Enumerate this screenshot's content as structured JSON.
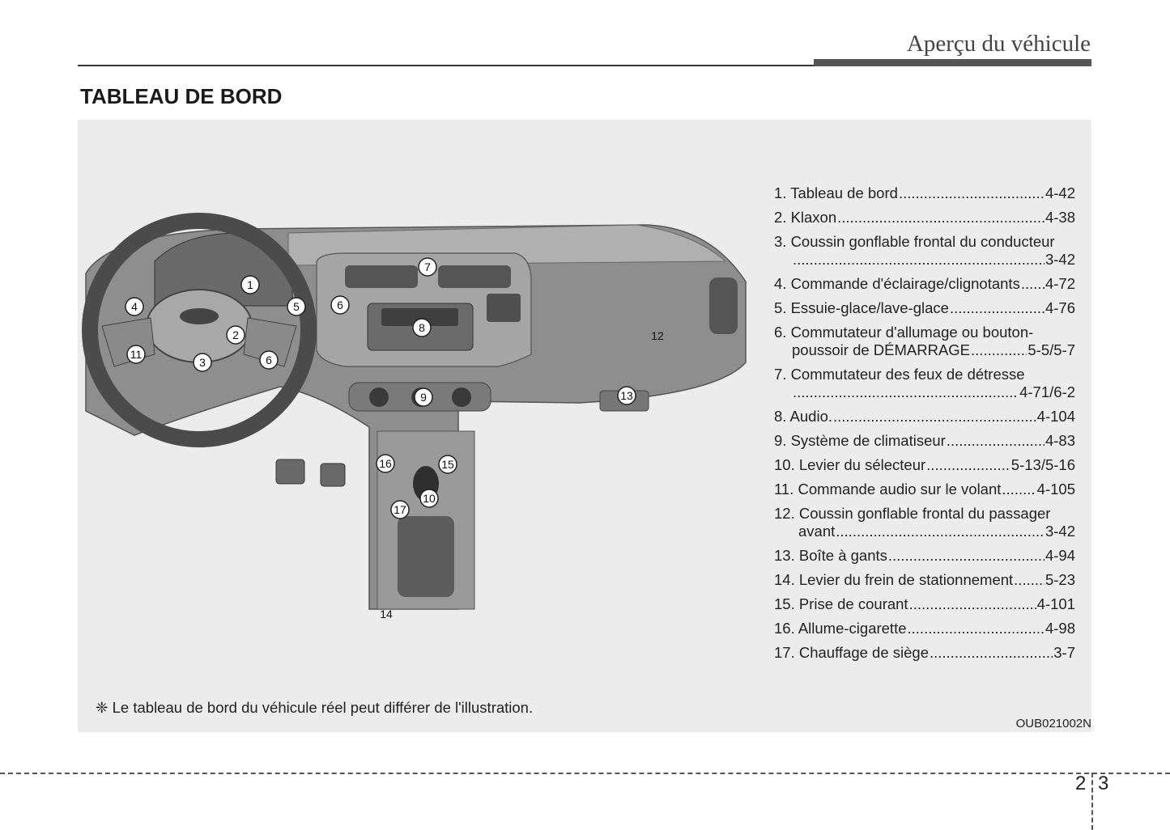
{
  "header": {
    "title": "Aperçu du véhicule"
  },
  "section": {
    "title": "TABLEAU DE BORD"
  },
  "illustration": {
    "callouts": [
      "1",
      "2",
      "3",
      "4",
      "5",
      "6",
      "7",
      "8",
      "9",
      "10",
      "11",
      "12",
      "13",
      "14",
      "15",
      "16",
      "17"
    ],
    "icons": [
      "dashboard-illustration"
    ]
  },
  "toc": {
    "items": [
      {
        "label": "1. Tableau de bord",
        "page": "4-42"
      },
      {
        "label": "2. Klaxon",
        "page": "4-38"
      },
      {
        "label": "3. Coussin gonflable frontal du conducteur",
        "label2": "",
        "page": "3-42"
      },
      {
        "label": "4. Commande d'éclairage/clignotants",
        "page": "4-72"
      },
      {
        "label": "5. Essuie-glace/lave-glace",
        "page": "4-76"
      },
      {
        "label": "6. Commutateur d'allumage ou bouton-",
        "label2": "poussoir de DÉMARRAGE",
        "page": "5-5/5-7"
      },
      {
        "label": "7. Commutateur des feux de détresse",
        "label2": "",
        "page": "4-71/6-2"
      },
      {
        "label": "8. Audio.",
        "page": "4-104"
      },
      {
        "label": "9. Système de climatiseur",
        "page": "4-83"
      },
      {
        "label": "10. Levier du sélecteur",
        "page": "5-13/5-16"
      },
      {
        "label": "11. Commande audio sur le volant",
        "page": "4-105"
      },
      {
        "label": "12. Coussin gonflable frontal du passager",
        "label2": "avant",
        "page": "3-42"
      },
      {
        "label": "13. Boîte à gants",
        "page": "4-94"
      },
      {
        "label": "14. Levier du frein de stationnement",
        "page": "5-23"
      },
      {
        "label": "15. Prise de courant",
        "page": "4-101"
      },
      {
        "label": "16. Allume-cigarette",
        "page": "4-98"
      },
      {
        "label": "17. Chauffage de siège",
        "page": "3-7"
      }
    ]
  },
  "note": "❈ Le tableau de bord du véhicule réel peut différer de l'illustration.",
  "image_code": "OUB021002N",
  "page_numbers": {
    "chapter": "2",
    "page": "3"
  }
}
